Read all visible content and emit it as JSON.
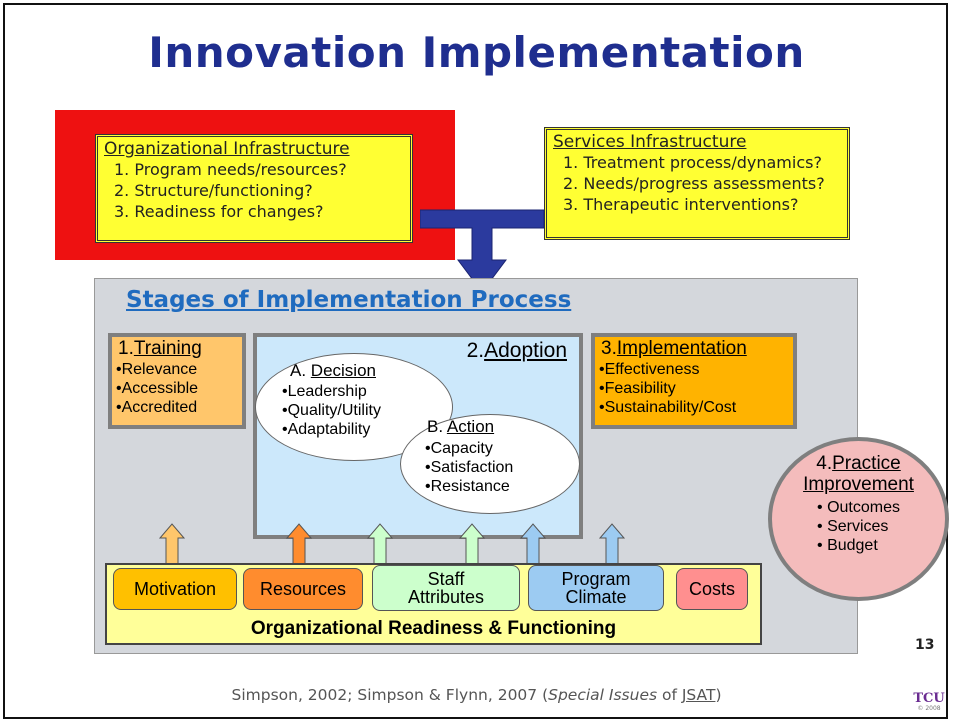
{
  "title": "Innovation Implementation",
  "org_infra": {
    "heading": "Organizational Infrastructure",
    "items": [
      "1. Program needs/resources?",
      "2. Structure/functioning?",
      "3. Readiness for changes?"
    ]
  },
  "svc_infra": {
    "heading": "Services Infrastructure",
    "items": [
      "1. Treatment process/dynamics?",
      "2. Needs/progress assessments?",
      "3. Therapeutic interventions?"
    ]
  },
  "stages_title": "Stages of Implementation Process",
  "training": {
    "num": "1.",
    "label": "Training",
    "items": [
      "•Relevance",
      "•Accessible",
      "•Accredited"
    ]
  },
  "adoption": {
    "num": "2.",
    "label": "Adoption"
  },
  "decision": {
    "prefix": "A. ",
    "label": "Decision",
    "items": [
      "•Leadership",
      "•Quality/Utility",
      "•Adaptability"
    ]
  },
  "action": {
    "prefix": "B. ",
    "label": "Action",
    "items": [
      "•Capacity",
      "•Satisfaction",
      "•Resistance"
    ]
  },
  "implementation": {
    "num": "3.",
    "label": "Implementation",
    "items": [
      "•Effectiveness",
      "•Feasibility",
      "•Sustainability/Cost"
    ]
  },
  "practice": {
    "num": "4.",
    "label1": "Practice",
    "label2": "Improvement",
    "items": [
      "• Outcomes",
      "• Services",
      "• Budget"
    ]
  },
  "readiness": {
    "label": "Organizational Readiness & Functioning",
    "factors": [
      "Motivation",
      "Resources",
      "Staff Attributes",
      "Program Climate",
      "Costs"
    ]
  },
  "page_number": "13",
  "footer": {
    "text1": "Simpson, 2002; Simpson & Flynn, 2007 (",
    "italic": "Special Issues",
    "text2": " of ",
    "link": "JSAT",
    "text3": ")"
  },
  "logo": {
    "text": "TCU",
    "year": "© 2008"
  },
  "colors": {
    "title": "#1f2e8f",
    "red": "#ee1111",
    "yellow": "#ffff33",
    "orange": "#ffb300",
    "adoption_bg": "#cce8fb",
    "pink": "#f4bcbc"
  }
}
